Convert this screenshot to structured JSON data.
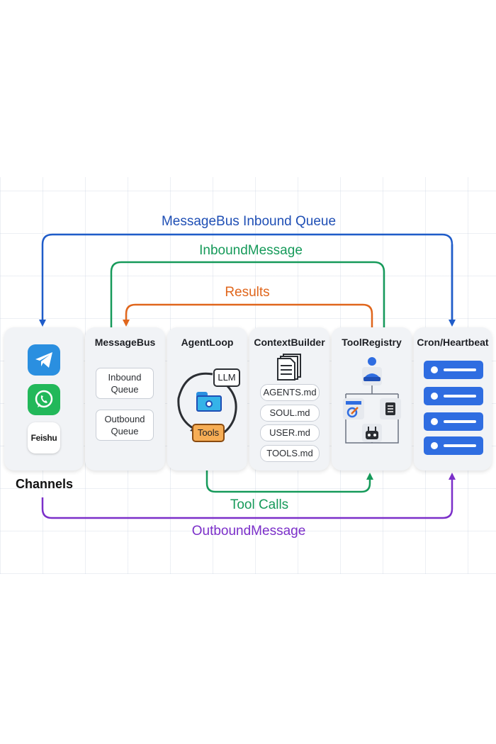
{
  "flows": {
    "inbound_queue": "MessageBus Inbound Queue",
    "inbound_message": "InboundMessage",
    "results": "Results",
    "tool_calls": "Tool Calls",
    "outbound_message": "OutboundMessage"
  },
  "channels": {
    "label": "Channels",
    "apps": [
      "telegram-icon",
      "whatsapp-icon",
      "feishu-icon"
    ],
    "feishu_text": "Feishu"
  },
  "messagebus": {
    "title": "MessageBus",
    "inbound": "Inbound Queue",
    "outbound": "Outbound Queue"
  },
  "agentloop": {
    "title": "AgentLoop",
    "llm": "LLM",
    "tools": "Tools"
  },
  "contextbuilder": {
    "title": "ContextBuilder",
    "files": [
      "AGENTS.md",
      "SOUL.md",
      "USER.md",
      "TOOLS.md"
    ]
  },
  "toolregistry": {
    "title": "ToolRegistry"
  },
  "cron": {
    "title": "Cron/Heartbeat"
  },
  "colors": {
    "blue": "#1f5cc9",
    "green": "#169a5a",
    "orange": "#e0661c",
    "purple": "#7b2fc9",
    "accent_blue": "#2f6de1"
  }
}
